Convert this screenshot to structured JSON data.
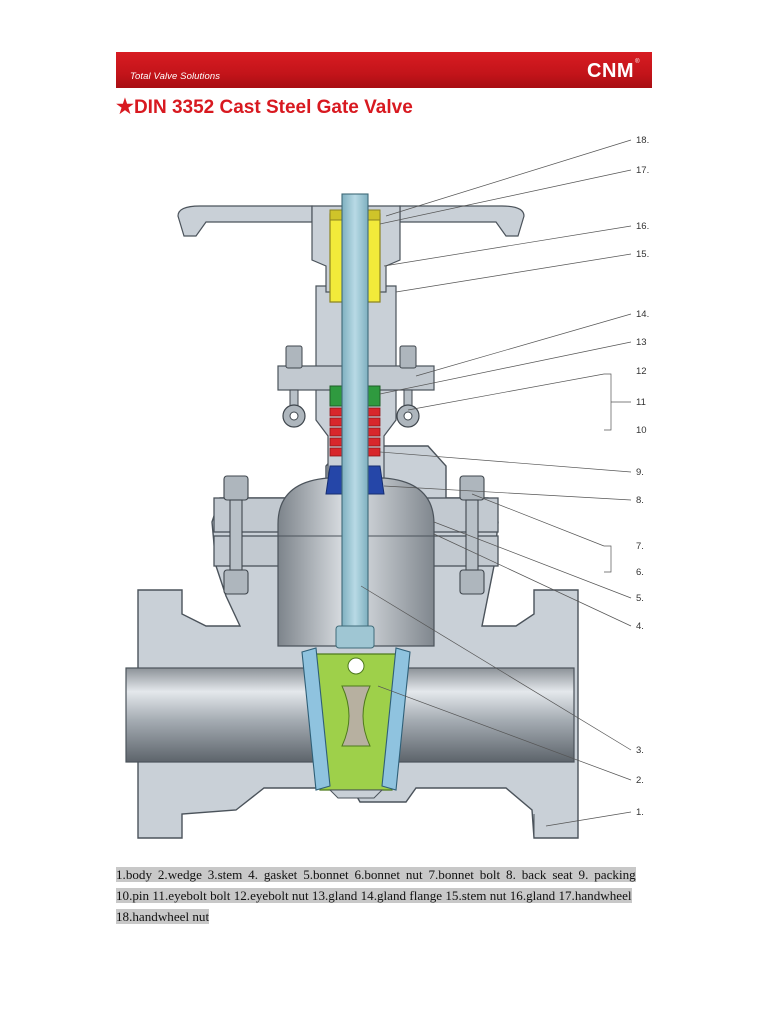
{
  "header": {
    "tagline": "Total Valve Solutions",
    "brand": "CNM",
    "brand_mark": "®"
  },
  "title": {
    "star": "★",
    "text": "DIN 3352 Cast Steel Gate Valve"
  },
  "callouts": [
    "18.",
    "17.",
    "16.",
    "15.",
    "14.",
    "13",
    "12",
    "11",
    "10",
    "9.",
    "8.",
    "7.",
    "6.",
    "5.",
    "4.",
    "3.",
    "2.",
    "1."
  ],
  "caption": {
    "line1": "1.body 2.wedge 3.stem 4. gasket 5.bonnet 6.bonnet nut 7.bonnet bolt 8. back seat 9. packing",
    "line2": "10.pin 11.eyebolt bolt 12.eyebolt nut 13.gland 14.gland flange 15.stem nut 16.gland 17.handwheel",
    "line3": "18.handwheel nut"
  },
  "colors": {
    "banner": "#d81c22",
    "title": "#d81920",
    "body": "#c9d0d7",
    "stem": "#9fc6d3",
    "stem_nut": "#f2ea3a",
    "gland": "#2f9a3f",
    "packing": "#d8262b",
    "back_seat": "#2546a8",
    "wedge": "#9ed04a",
    "seat_ring": "#8fc3df"
  }
}
